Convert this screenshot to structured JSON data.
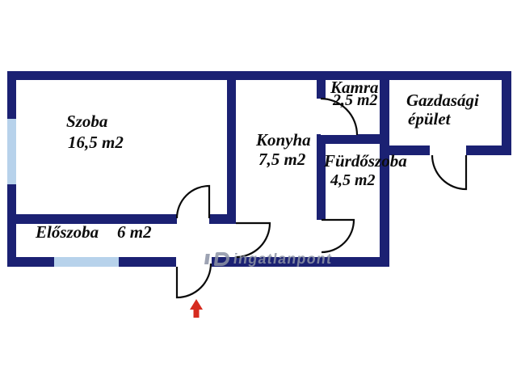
{
  "floorplan": {
    "rooms": [
      {
        "name": "Szoba",
        "area": "16,5 m2"
      },
      {
        "name": "Konyha",
        "area": "7,5 m2"
      },
      {
        "name": "Kamra",
        "area": "2,5 m2"
      },
      {
        "name": "Fürdőszoba",
        "area": "4,5 m2"
      },
      {
        "name": "Előszoba",
        "area": "6 m2"
      },
      {
        "name": "Gazdasági épület",
        "name_line1": "Gazdasági",
        "name_line2": "épület"
      }
    ],
    "watermark": {
      "text": "ingatlanpont",
      "logo": "otp-logo"
    },
    "icons": {
      "entrance_arrow": "red-up-arrow"
    },
    "colors": {
      "wall": "#1b2173",
      "window": "#b7d2eb",
      "door_line": "#0a0a0a",
      "text": "#0d0d0d",
      "arrow": "#d62b1f",
      "watermark": "#8d93a6",
      "background": "#ffffff"
    }
  }
}
